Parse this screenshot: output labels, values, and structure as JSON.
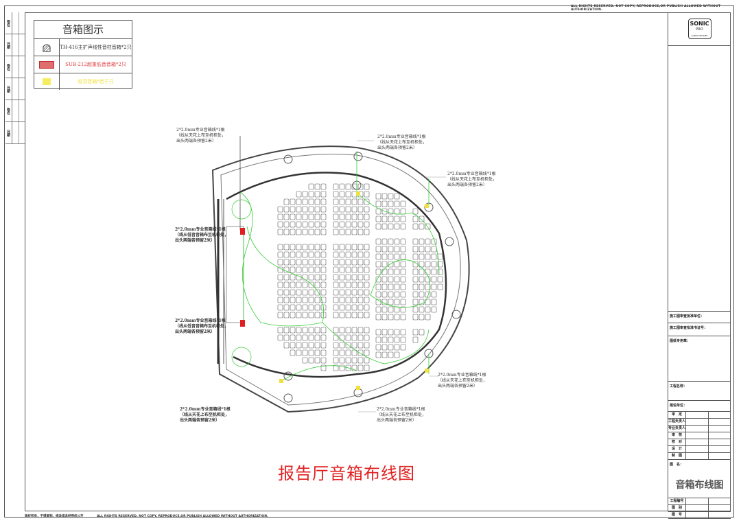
{
  "header_note": "ALL RIGHTS RESERVED. NOT COPY, REPRODUCE,OR PUBLISH ALLOWED WITHOUT AUTHORIZATION.",
  "footer_note": {
    "cn": "版权所有，不得复制、修改或未经授权公开",
    "en": "ALL RIGHTS RESERVED. NOT COPY, REPRODUCE,OR PUBLISH ALLOWED WITHOUT AUTHORIZATION."
  },
  "left_strip": [
    "签名",
    "日期",
    "签名",
    "日期",
    "签名",
    "日期"
  ],
  "legend": {
    "title": "音箱图示",
    "items": [
      {
        "label": "TH-416主扩声线性音柱音箱*2只",
        "color": "#333333",
        "icon": "column-speaker-icon"
      },
      {
        "label": "SUB-212超重低音音箱*2只",
        "color": "#e04040",
        "icon": "subwoofer-icon"
      },
      {
        "label": "吸顶音箱*若干只",
        "color": "#f0e040",
        "icon": "ceiling-speaker-icon"
      }
    ]
  },
  "annotations": [
    {
      "lines": [
        "2*2.0mm专业音箱线*1根",
        "（线从天花上布至机柜处，",
        "出头两端各预留2米）"
      ]
    },
    {
      "lines": [
        "2*2.0mm专业音箱线*1根",
        "（线从天花上布至机柜处，",
        "出头两端各预留2米）"
      ]
    },
    {
      "lines": [
        "2*2.0mm专业音箱线*1根",
        "（线从天花上布至机柜处，",
        "出头两端各预留2米）"
      ]
    },
    {
      "lines": [
        "2*2.0mm专业音箱线*1根",
        "（线从低音音箱布至机柜处，",
        "出头两端各预留2米）"
      ]
    },
    {
      "lines": [
        "2*2.0mm专业音箱线*1根",
        "（线从低音音箱布至机柜处，",
        "出头两端各预留2米）"
      ]
    },
    {
      "lines": [
        "2*2.0mm专业音箱线*1根",
        "（线从天花上布至机柜处，",
        "出头两端各预留2米）"
      ]
    },
    {
      "lines": [
        "2*2.0mm专业音箱线*1根",
        "（线从天花上布至机柜处，",
        "出头两端各预留2米）"
      ]
    },
    {
      "lines": [
        "2*2.0mm专业音箱线*1根",
        "（线从天花上布至机柜处，",
        "出头两端各预留2米）"
      ]
    }
  ],
  "drawing_title": "报告厅音箱布线图",
  "title_block": {
    "logo": {
      "brand": "SONIC",
      "sub": "PRO",
      "tag": "AUDIO DEVICES"
    },
    "fields": [
      "施工图审查批准单位：",
      "施工图审查批准书证号：",
      "图纸专用章：",
      "工程名称：",
      "建设单位："
    ],
    "roles": [
      "审　定",
      "工程负责人",
      "专业负责人",
      "审　核",
      "校　对",
      "设　计",
      "制　图"
    ],
    "drawing_name_label": "图　名：",
    "drawing_name": "音箱布线图",
    "bottom_rows": [
      "工程编号",
      "图　别",
      "图　号"
    ]
  },
  "colors": {
    "wiring": "#33cc33",
    "subwoofer": "#e02020",
    "ceiling_speaker": "#f0e040",
    "title": "#e02020"
  }
}
